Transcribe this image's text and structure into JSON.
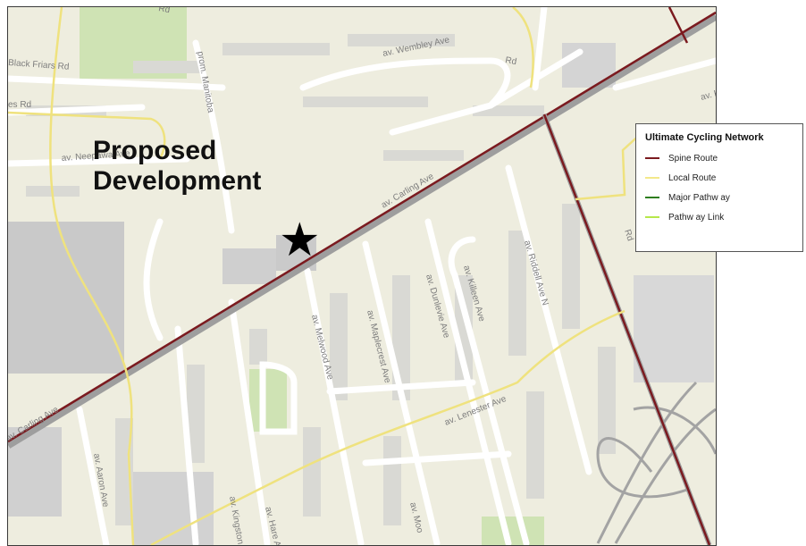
{
  "annotation": {
    "line1": "Proposed",
    "line2": "Development",
    "marker": "★",
    "marker_icon": "star-icon"
  },
  "legend": {
    "title": "Ultimate Cycling Network",
    "items": [
      {
        "label": "Spine Route",
        "color": "#7b1a1f"
      },
      {
        "label": "Local Route",
        "color": "#f3e88a"
      },
      {
        "label": "Major Pathw ay",
        "color": "#2e7d1f"
      },
      {
        "label": "Pathw ay Link",
        "color": "#b6e84a"
      }
    ]
  },
  "streets": [
    "Black Friars Rd",
    "av. Wembley Ave",
    "es Rd",
    "av. Neepawa Ave",
    "prom. Manitoba",
    "av. Carling Ave",
    "av. Carling Ave",
    "av. Melwood Ave",
    "av. Maplecrest Ave",
    "av. Dunlevie Ave",
    "av. Killeen Ave",
    "av. Riddell Ave N",
    "av. Lenester Ave",
    "av. Aaron Ave",
    "av. Kingston",
    "av. Hare Ave",
    "av. Moo",
    "Rd",
    "Rd",
    "av. Kerr",
    "Rd"
  ],
  "colors": {
    "map_background": "#f2f0e6",
    "road": "#ffffff",
    "highway": "#9c9c9c",
    "spine_route": "#7b1a1f",
    "local_route": "#f3e88a",
    "park": "#cfe3b4",
    "building": "#d4d4d4",
    "parking": "#c9c9c9"
  }
}
